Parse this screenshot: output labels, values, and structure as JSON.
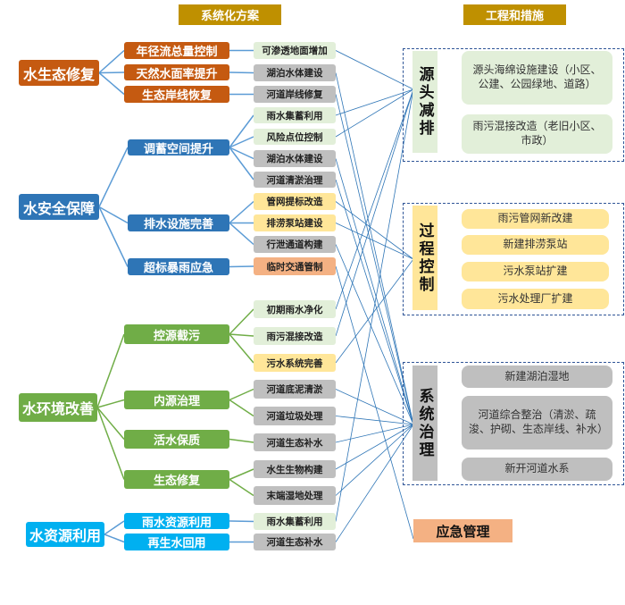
{
  "headers": {
    "left": "系统化方案",
    "right": "工程和措施"
  },
  "tree": [
    {
      "label": "水生态修复",
      "children": [
        {
          "label": "年径流总量控制",
          "leaves": [
            {
              "label": "可渗透地面增加",
              "cat": "source"
            }
          ]
        },
        {
          "label": "天然水面率提升",
          "leaves": [
            {
              "label": "湖泊水体建设",
              "cat": "system"
            }
          ]
        },
        {
          "label": "生态岸线恢复",
          "leaves": [
            {
              "label": "河道岸线修复",
              "cat": "system"
            }
          ]
        }
      ]
    },
    {
      "label": "水安全保障",
      "children": [
        {
          "label": "调蓄空间提升",
          "leaves": [
            {
              "label": "雨水集蓄利用",
              "cat": "source"
            },
            {
              "label": "风险点位控制",
              "cat": "source"
            },
            {
              "label": "湖泊水体建设",
              "cat": "system"
            },
            {
              "label": "河道清淤治理",
              "cat": "system"
            }
          ]
        },
        {
          "label": "排水设施完善",
          "leaves": [
            {
              "label": "管网提标改造",
              "cat": "process"
            },
            {
              "label": "排涝泵站建设",
              "cat": "process"
            },
            {
              "label": "行泄通道构建",
              "cat": "system"
            }
          ]
        },
        {
          "label": "超标暴雨应急",
          "leaves": [
            {
              "label": "临时交通管制",
              "cat": "emergency"
            }
          ]
        }
      ]
    },
    {
      "label": "水环境改善",
      "children": [
        {
          "label": "控源截污",
          "leaves": [
            {
              "label": "初期雨水净化",
              "cat": "source"
            },
            {
              "label": "雨污混接改造",
              "cat": "source"
            },
            {
              "label": "污水系统完善",
              "cat": "process"
            }
          ]
        },
        {
          "label": "内源治理",
          "leaves": [
            {
              "label": "河道底泥清淤",
              "cat": "system"
            },
            {
              "label": "河道垃圾处理",
              "cat": "system"
            }
          ]
        },
        {
          "label": "活水保质",
          "leaves": [
            {
              "label": "河道生态补水",
              "cat": "system"
            }
          ]
        },
        {
          "label": "生态修复",
          "leaves": [
            {
              "label": "水生生物构建",
              "cat": "system"
            },
            {
              "label": "末端湿地处理",
              "cat": "system"
            }
          ]
        }
      ]
    },
    {
      "label": "水资源利用",
      "children": [
        {
          "label": "雨水资源利用",
          "leaves": [
            {
              "label": "雨水集蓄利用",
              "cat": "source"
            }
          ]
        },
        {
          "label": "再生水回用",
          "leaves": [
            {
              "label": "河道生态补水",
              "cat": "system"
            }
          ]
        }
      ]
    }
  ],
  "groups": {
    "source": {
      "label": "源头减排",
      "items": [
        "源头海绵设施建设（小区、公建、公园绿地、道路）",
        "雨污混接改造（老旧小区、市政）"
      ]
    },
    "process": {
      "label": "过程控制",
      "items": [
        "雨污管网新改建",
        "新建排涝泵站",
        "污水泵站扩建",
        "污水处理厂扩建"
      ]
    },
    "system": {
      "label": "系统治理",
      "items": [
        "新建湖泊湿地",
        "河道综合整治（清淤、疏浚、护砌、生态岸线、补水）",
        "新开河道水系"
      ]
    },
    "emergency": {
      "label": "应急管理"
    }
  },
  "colors": {
    "source": "#e2efd9",
    "process": "#ffe699",
    "system": "#bfbfbf",
    "emergency": "#f4b183",
    "line_blue": "#2e75b6",
    "line_green": "#70ad47",
    "line_tree_blue": "#5b9bd5"
  }
}
